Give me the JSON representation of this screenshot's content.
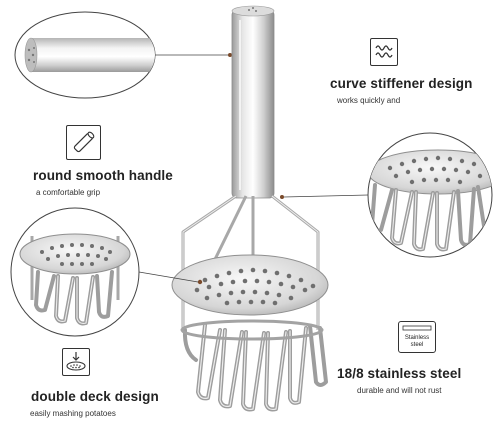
{
  "features": {
    "curve": {
      "title": "curve stiffener design",
      "subtitle": "works quickly and",
      "icon": "wave-spring-icon"
    },
    "handle": {
      "title": "round smooth handle",
      "subtitle": "a comfortable grip",
      "icon": "cylinder-handle-icon"
    },
    "steel": {
      "title": "18/8 stainless steel",
      "subtitle": "durable and will not rust",
      "icon": "stainless-badge-icon",
      "badge_text": "Stainless\nsteel"
    },
    "deck": {
      "title": "double deck design",
      "subtitle": "easily mashing potatoes",
      "icon": "perforated-plate-icon"
    }
  },
  "colors": {
    "text": "#222222",
    "metal_light": "#f2f2f2",
    "metal_mid": "#c8c8c8",
    "metal_dark": "#8a8a8a",
    "accent_dot": "#7a4a2a"
  }
}
